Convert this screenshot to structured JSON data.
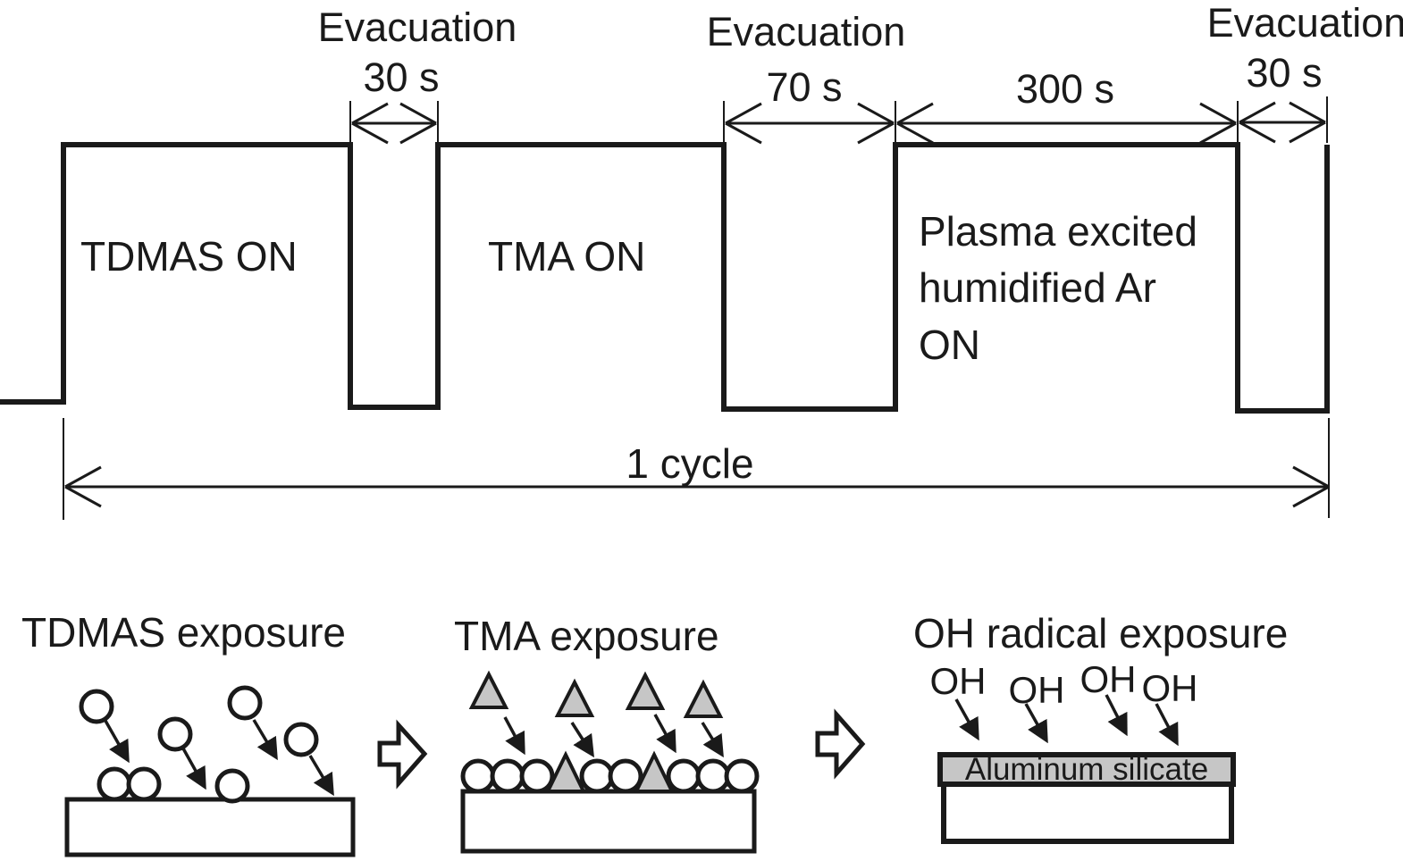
{
  "figure": {
    "timing": {
      "pulse_labels": {
        "tdmas": "TDMAS ON",
        "tma": "TMA ON",
        "plasma": "Plasma excited\nhumidified Ar\nON"
      },
      "evacuations": [
        {
          "label": "Evacuation",
          "duration": "30 s"
        },
        {
          "label": "Evacuation",
          "duration": "70 s"
        },
        {
          "label": "Evacuation",
          "duration": "30 s"
        }
      ],
      "plasma_duration": "300 s",
      "cycle_label": "1 cycle"
    },
    "steps": [
      {
        "title": "TDMAS exposure"
      },
      {
        "title": "TMA exposure"
      },
      {
        "title": "OH radical exposure",
        "oh_labels": [
          "OH",
          "OH",
          "OH",
          "OH"
        ],
        "layer_label": "Aluminum silicate"
      }
    ],
    "colors": {
      "line": "#1a1a1a",
      "molecule_gray": "#c6c6c6",
      "background": "#ffffff"
    }
  }
}
